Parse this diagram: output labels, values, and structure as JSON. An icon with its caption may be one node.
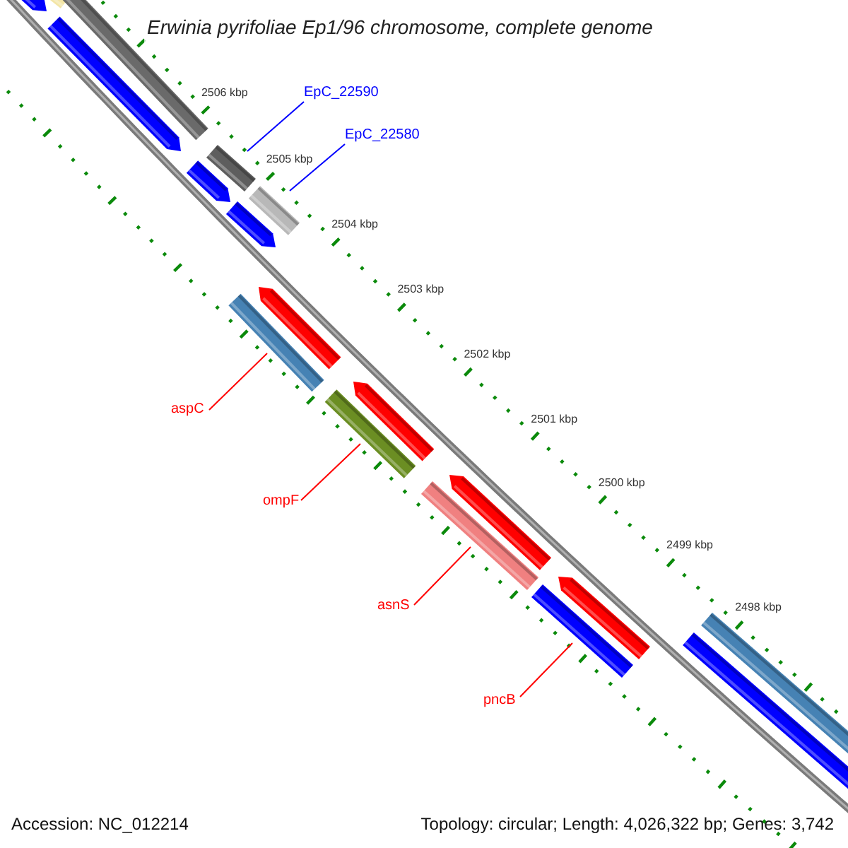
{
  "diagram": {
    "title": "Erwinia pyrifoliae Ep1/96 chromosome, complete genome",
    "nodes": [
      {
        "text": [
          "EpC_22590"
        ]
      },
      {
        "text": [],
        "shape": "bar"
      },
      {
        "text": [
          "EpC_22580"
        ]
      },
      {
        "text": [],
        "shape": "bar"
      },
      {
        "text": [
          "aspC"
        ]
      },
      {
        "text": [],
        "shape": "bar"
      },
      {
        "text": [
          "ompF"
        ]
      },
      {
        "text": [],
        "shape": "bar"
      },
      {
        "text": [
          "asnS"
        ]
      },
      {
        "text": [],
        "shape": "bar"
      },
      {
        "text": [
          "pncB"
        ]
      },
      {
        "text": [],
        "shape": "bar"
      }
    ],
    "edges": [
      {
        "from": 0,
        "to": 1,
        "arrow": "none",
        "color": "#0000ff"
      },
      {
        "from": 2,
        "to": 3,
        "arrow": "none",
        "color": "#0000ff"
      },
      {
        "from": 4,
        "to": 5,
        "arrow": "none"
      },
      {
        "from": 6,
        "to": 7,
        "arrow": "none"
      },
      {
        "from": 8,
        "to": 9,
        "arrow": "none"
      },
      {
        "from": 10,
        "to": 11,
        "arrow": "none"
      }
    ],
    "labels": [
      "2506 kbp",
      "2505 kbp",
      "2504 kbp",
      "2503 kbp",
      "2502 kbp",
      "2501 kbp",
      "2500 kbp",
      "2499 kbp",
      "2498 kbp",
      "Accession: NC_012214",
      "Topology: circular; Length: 4,026,322 bp; Genes: 3,742"
    ]
  }
}
